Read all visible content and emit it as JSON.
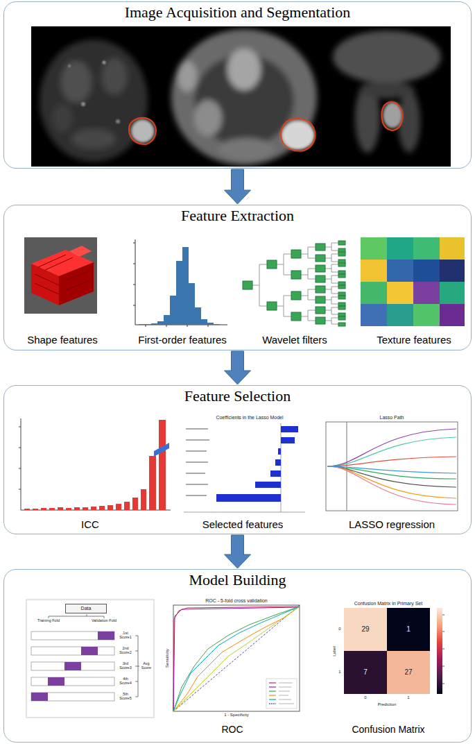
{
  "diagram": {
    "nodes": [
      {
        "text": [
          "Image Acquisition and Segmentation"
        ]
      },
      {
        "text": [
          "Feature Extraction"
        ]
      },
      {
        "text": [
          "Feature Selection"
        ]
      },
      {
        "text": [
          "Model Building"
        ]
      },
      {
        "text": [
          "Data"
        ],
        "in": 3
      }
    ],
    "edges": [
      {
        "from": 0,
        "to": 1,
        "arrow": "to"
      },
      {
        "from": 1,
        "to": 2,
        "arrow": "to"
      },
      {
        "from": 2,
        "to": 3,
        "arrow": "to"
      }
    ],
    "labels": [
      "Shape features",
      "First-order features",
      "Wavelet filters",
      "Texture features",
      "ICC",
      "Selected features",
      "LASSO regression",
      "Coefficients in the Lasso Model",
      "Lasso Path",
      "ROC",
      "Confusion Matrix",
      "ROC - 5-fold cross validation",
      "1 - Specificity",
      "Sensitivity",
      "Confusion Matrix in Primary Set",
      "29",
      "1",
      "7",
      "27",
      "Prediction",
      "Label",
      "0",
      "1",
      "0",
      "1",
      "Training Fold",
      "Validation Fold",
      "1st Score1",
      "2nd Score2",
      "3rd Score3",
      "4th Score4",
      "5th Score5",
      "Avg Score"
    ]
  }
}
